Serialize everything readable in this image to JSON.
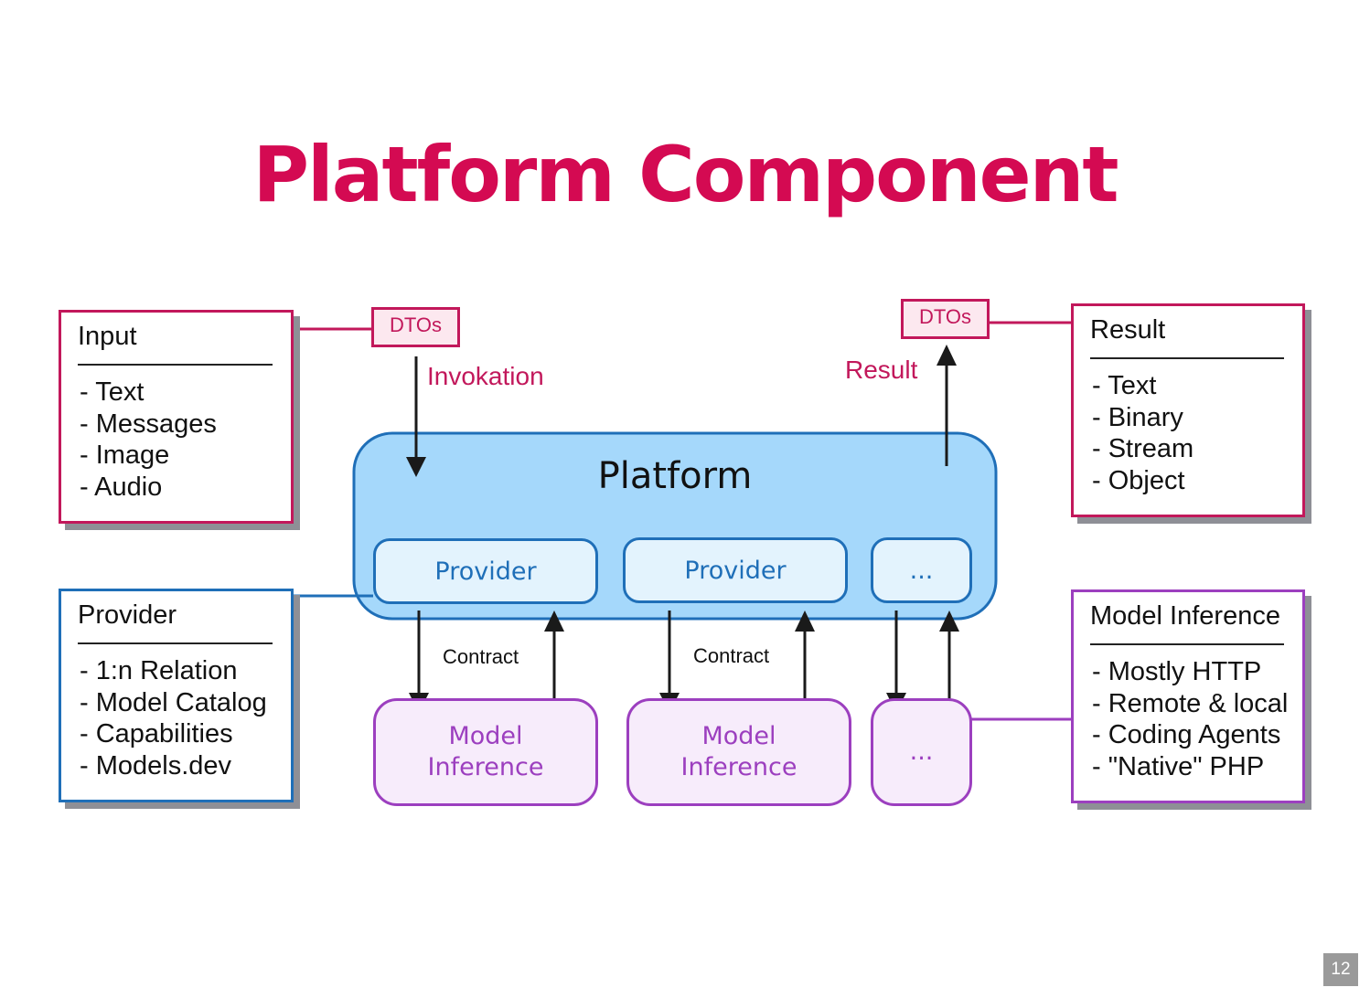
{
  "title": "Platform Component",
  "platform": {
    "label": "Platform",
    "fill": "#a5d8fb",
    "stroke": "#1f6fb8"
  },
  "providers": [
    {
      "label": "Provider"
    },
    {
      "label": "Provider"
    },
    {
      "label": "..."
    }
  ],
  "model_inference_boxes": [
    {
      "line1": "Model",
      "line2": "Inference"
    },
    {
      "line1": "Model",
      "line2": "Inference"
    },
    {
      "line1": "...",
      "line2": ""
    }
  ],
  "contract_labels": [
    "Contract",
    "Contract"
  ],
  "dtos_in": "DTOs",
  "dtos_out": "DTOs",
  "invokation_label": "Invokation",
  "result_label": "Result",
  "notes": {
    "input": {
      "heading": "Input",
      "items": [
        "- Text",
        "- Messages",
        "- Image",
        "- Audio"
      ],
      "color": "#c2185b"
    },
    "result": {
      "heading": "Result",
      "items": [
        "- Text",
        "- Binary",
        "- Stream",
        "- Object"
      ],
      "color": "#c2185b"
    },
    "provider": {
      "heading": "Provider",
      "items": [
        "- 1:n Relation",
        "- Model Catalog",
        "- Capabilities",
        "- Models.dev"
      ],
      "color": "#1f6fb8"
    },
    "model_inference": {
      "heading": "Model Inference",
      "items": [
        "- Mostly HTTP",
        "- Remote & local",
        "- Coding Agents",
        "- \"Native\" PHP"
      ],
      "color": "#9c3fbf"
    }
  },
  "colors": {
    "title": "#d40a52",
    "accent_pink": "#c2185b",
    "accent_blue": "#1f6fb8",
    "accent_purple": "#9c3fbf"
  },
  "page_number": "12"
}
